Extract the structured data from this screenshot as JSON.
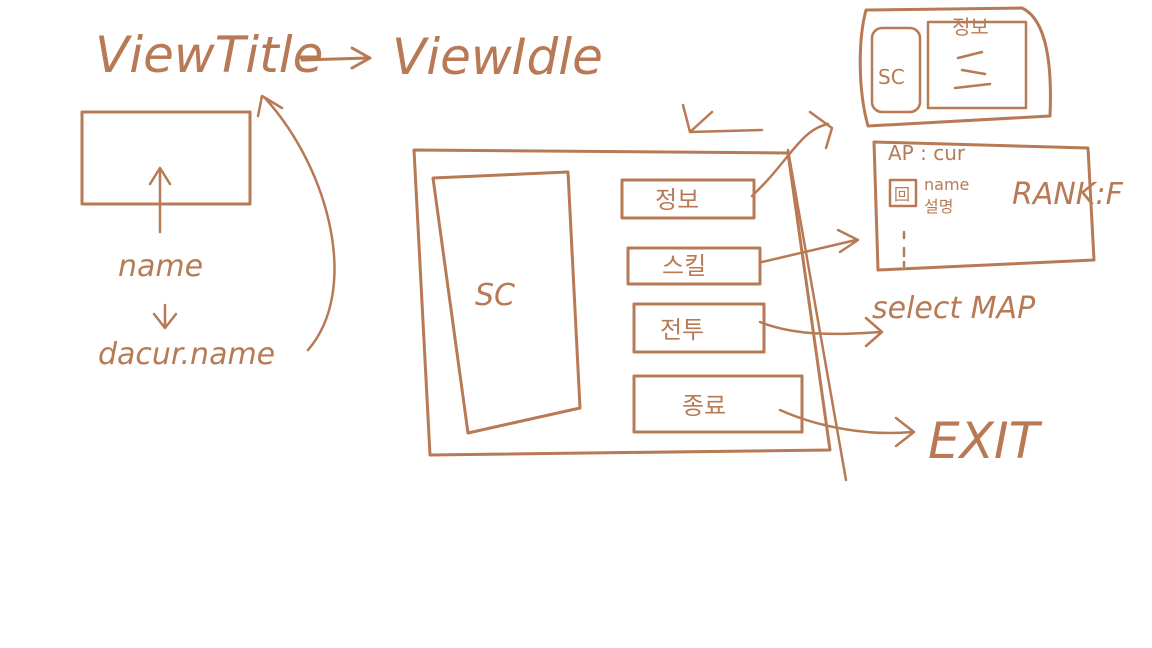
{
  "title_from": "ViewTitle",
  "title_to": "ViewIdle",
  "box_label": "name",
  "box_label_arrow_target": "dacur.name",
  "main_panel_label": "SC",
  "buttons": [
    "정보",
    "스킬",
    "전투",
    "종료"
  ],
  "info_panel": {
    "left": "SC",
    "right": "정보"
  },
  "skill_panel": {
    "header": "AP : cur",
    "icon": "回",
    "line1": "name",
    "line2": "설명",
    "side": "RANK:F"
  },
  "battle_target": "select MAP",
  "exit_target": "EXIT",
  "colors": {
    "ink": "#b87a55"
  }
}
